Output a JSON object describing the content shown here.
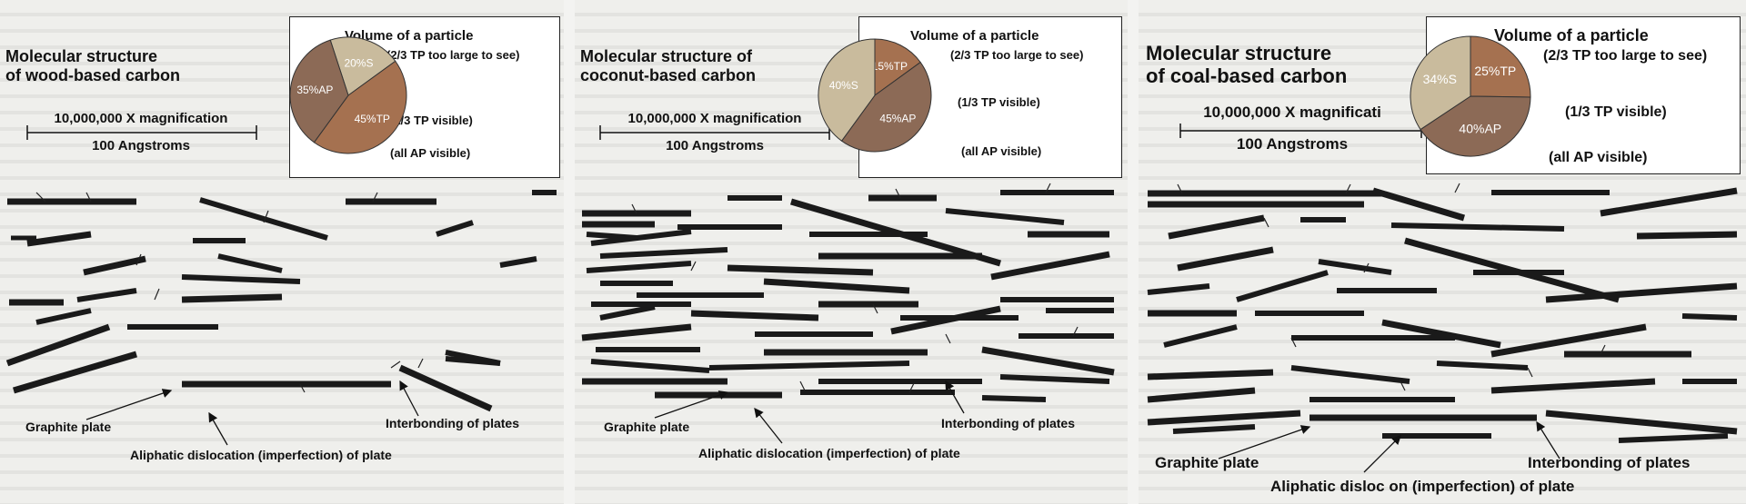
{
  "panels": [
    {
      "title_line1": "Molecular structure",
      "title_line2": "of wood-based carbon",
      "magnification": "10,000,000 X magnification",
      "scale": "100 Angstroms",
      "legend_title": "Volume of a particle",
      "legend_tp_hidden": "(2/3 TP too large to see)",
      "legend_tp_visible": "(1/3 TP visible)",
      "legend_ap": "(all AP visible)",
      "slices": [
        {
          "label": "20%S",
          "value": 20,
          "color": "#c9bb9d"
        },
        {
          "label": "45%TP",
          "value": 45,
          "color": "#a57150"
        },
        {
          "label": "35%AP",
          "value": 35,
          "color": "#8c6a56"
        }
      ],
      "label_graphite": "Graphite plate",
      "label_interbonding": "Interbonding of plates",
      "label_aliphatic": "Aliphatic dislocation (imperfection) of plate"
    },
    {
      "title_line1": "Molecular structure of",
      "title_line2": "coconut-based carbon",
      "magnification": "10,000,000 X magnification",
      "scale": "100 Angstroms",
      "legend_title": "Volume of a particle",
      "legend_tp_hidden": "(2/3 TP too large to see)",
      "legend_tp_visible": "(1/3 TP visible)",
      "legend_ap": "(all AP visible)",
      "slices": [
        {
          "label": "15%TP",
          "value": 15,
          "color": "#a57150"
        },
        {
          "label": "45%AP",
          "value": 45,
          "color": "#8c6a56"
        },
        {
          "label": "40%S",
          "value": 40,
          "color": "#c9bb9d"
        }
      ],
      "label_graphite": "Graphite plate",
      "label_interbonding": "Interbonding of plates",
      "label_aliphatic": "Aliphatic dislocation (imperfection) of plate"
    },
    {
      "title_line1": "Molecular structure",
      "title_line2": "of coal-based carbon",
      "magnification": "10,000,000 X magnificati",
      "scale": "100 Angstroms",
      "legend_title": "Volume of a particle",
      "legend_tp_hidden": "(2/3 TP too large to see)",
      "legend_tp_visible": "(1/3 TP visible)",
      "legend_ap": "(all AP visible)",
      "slices": [
        {
          "label": "25%TP",
          "value": 25,
          "color": "#a57150"
        },
        {
          "label": "40%AP",
          "value": 40,
          "color": "#8c6a56"
        },
        {
          "label": "34%S",
          "value": 34,
          "color": "#c9bb9d"
        }
      ],
      "label_graphite": "Graphite plate",
      "label_interbonding": "Interbonding of plates",
      "label_aliphatic": "Aliphatic disloc on (imperfection) of plate"
    }
  ]
}
